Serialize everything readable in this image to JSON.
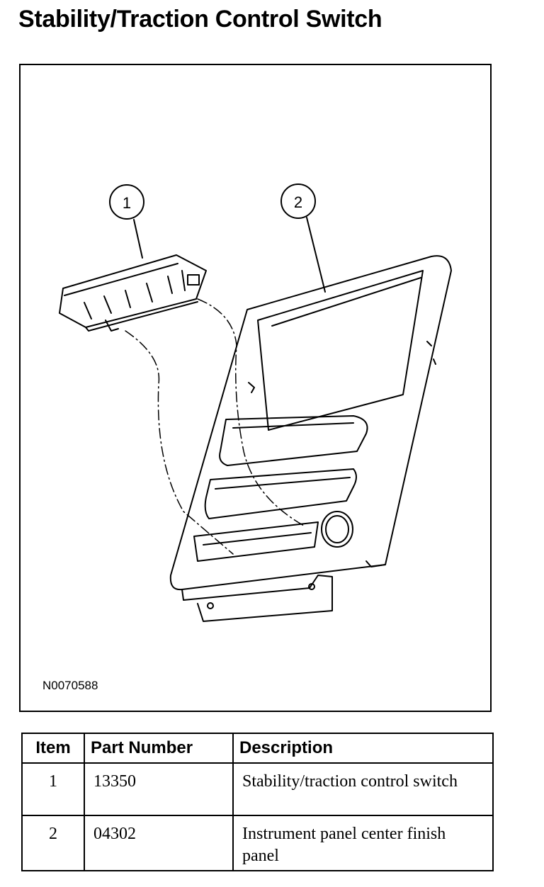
{
  "page": {
    "title": "Stability/Traction Control Switch"
  },
  "figure": {
    "figure_id": "N0070588",
    "callouts": [
      "1",
      "2"
    ]
  },
  "table": {
    "headers": [
      "Item",
      "Part Number",
      "Description"
    ],
    "rows": [
      {
        "item": "1",
        "part_number": "13350",
        "description": "Stability/traction control switch"
      },
      {
        "item": "2",
        "part_number": "04302",
        "description": "Instrument panel center finish panel"
      }
    ]
  }
}
